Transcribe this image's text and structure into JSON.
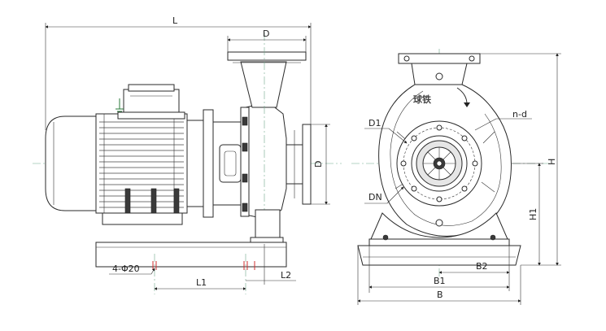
{
  "side_view": {
    "labels": {
      "L": "L",
      "D": "D",
      "D_flange": "D",
      "L1": "L1",
      "L2": "L2",
      "holes": "4-Φ20"
    }
  },
  "front_view": {
    "labels": {
      "n_d": "n-d",
      "D1": "D1",
      "DN": "DN",
      "H": "H",
      "H1": "H1",
      "B2": "B2",
      "B1": "B1",
      "B": "B"
    },
    "casting_mark": "球铁"
  }
}
